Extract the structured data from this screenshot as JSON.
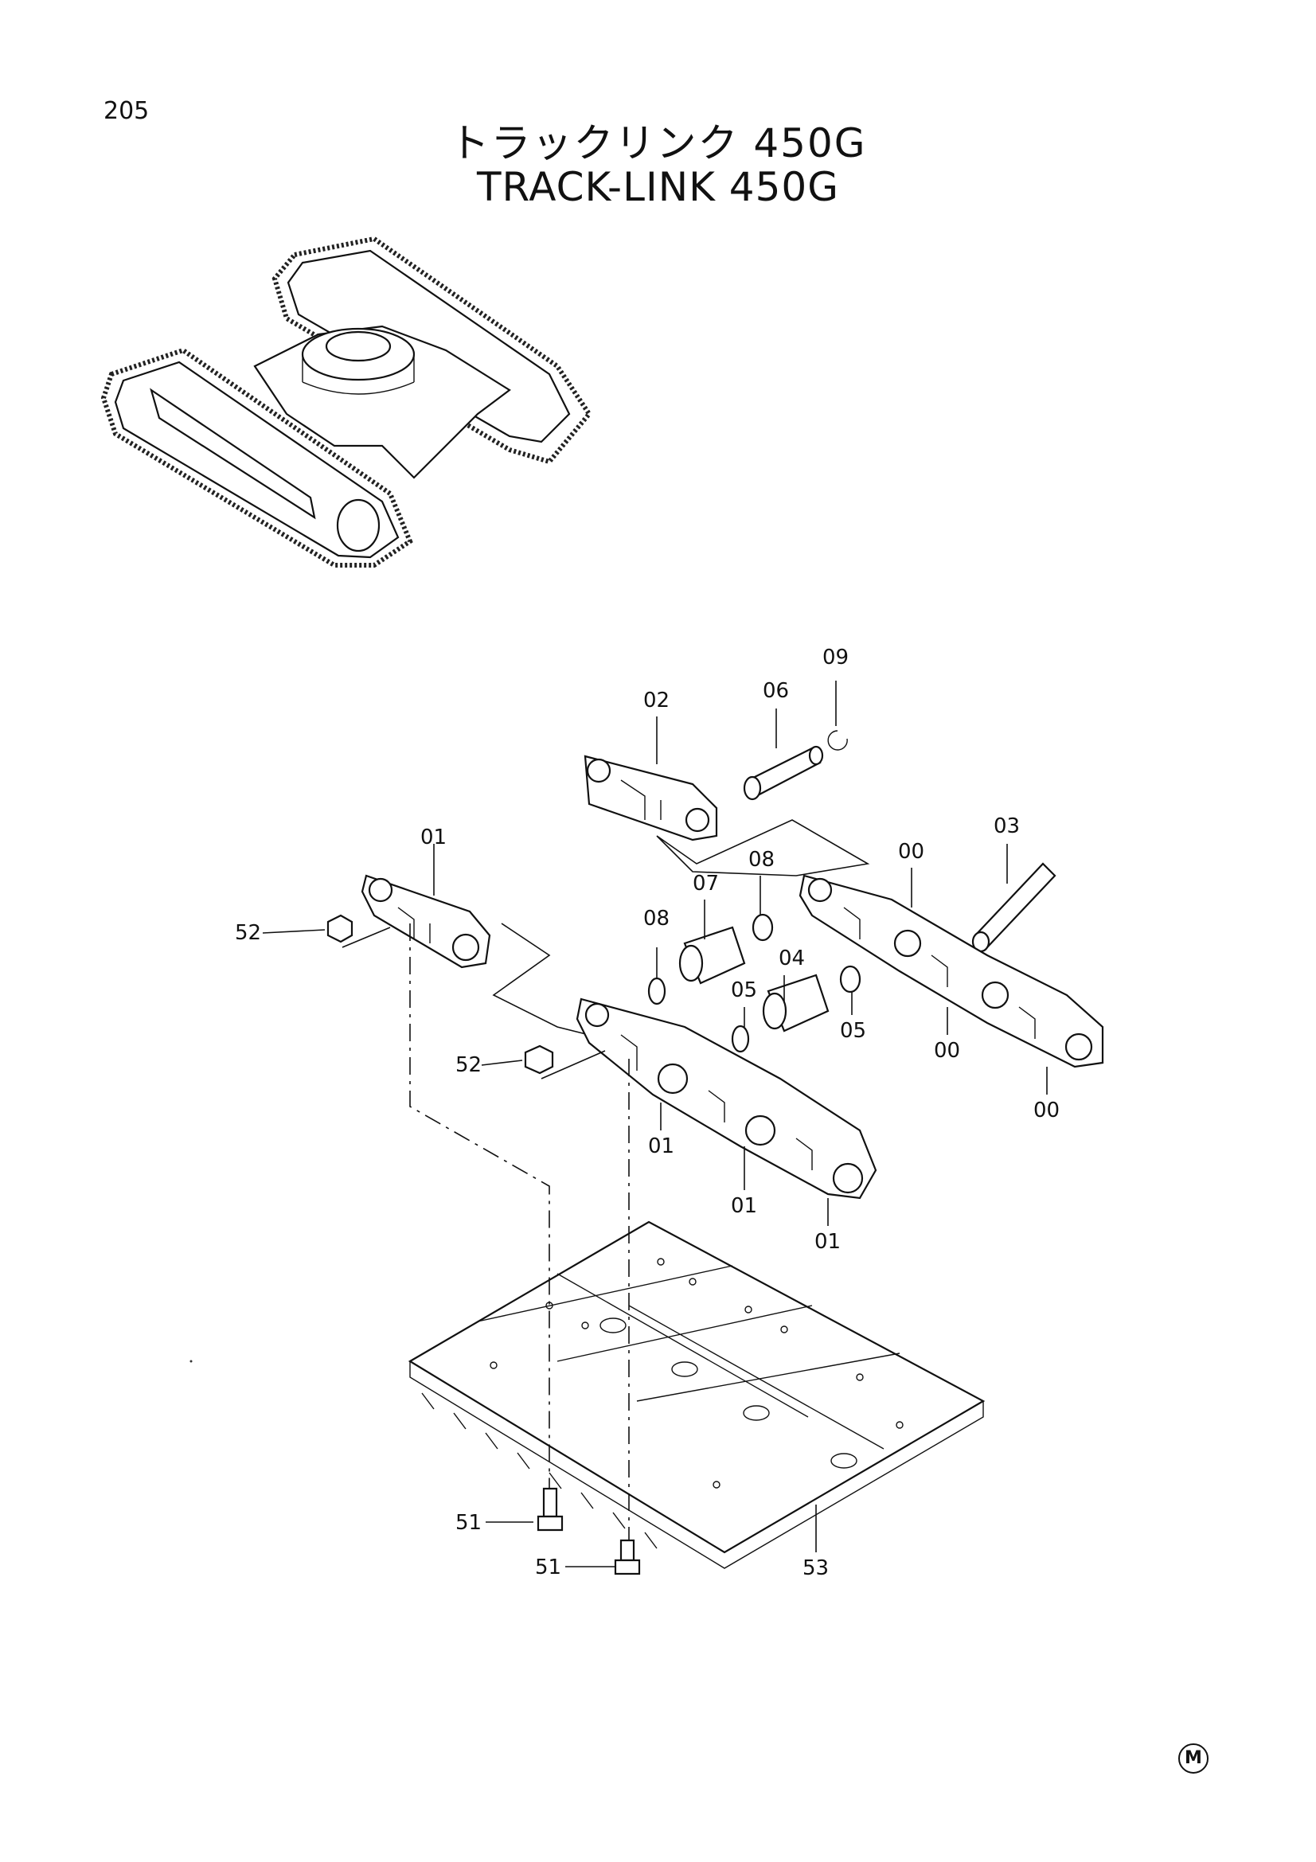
{
  "page_number": "205",
  "title_jp": "トラックリンク 450G",
  "title_en": "TRACK-LINK 450G",
  "callouts": {
    "c09": "09",
    "c06": "06",
    "c02": "02",
    "c03": "03",
    "c00a": "00",
    "c08a": "08",
    "c07": "07",
    "c01a": "01",
    "c52a": "52",
    "c08b": "08",
    "c04": "04",
    "c05a": "05",
    "c05b": "05",
    "c00b": "00",
    "c00c": "00",
    "c52b": "52",
    "c01b": "01",
    "c01c": "01",
    "c01d": "01",
    "c51a": "51",
    "c51b": "51",
    "c53": "53"
  },
  "mark": "M"
}
